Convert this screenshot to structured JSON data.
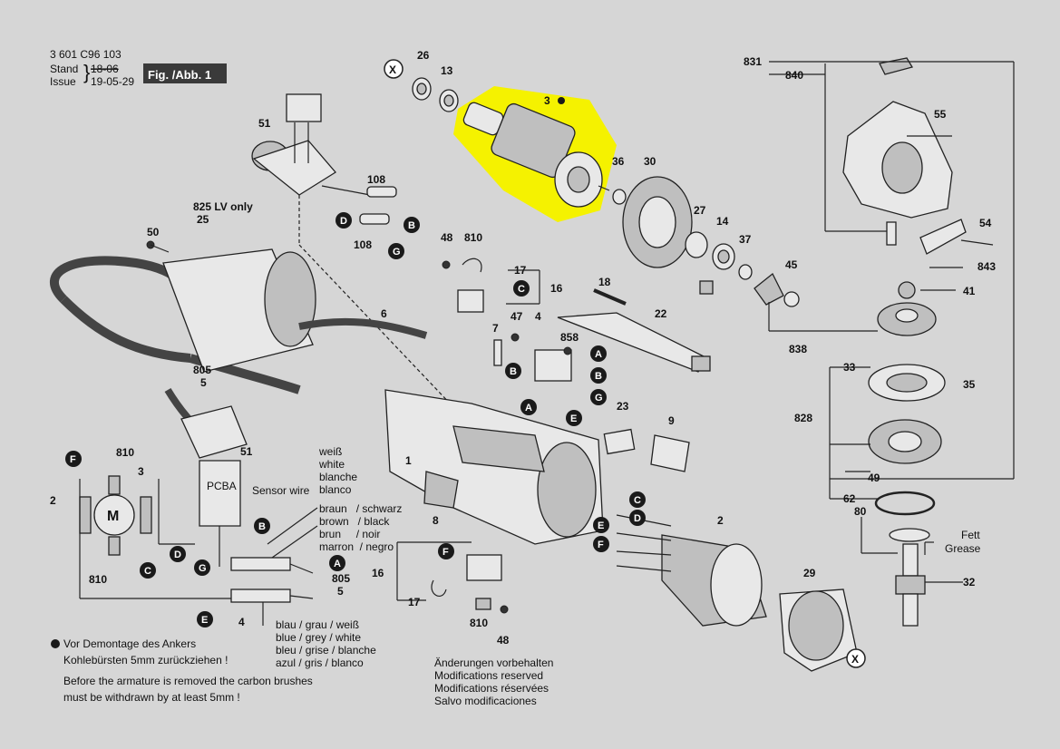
{
  "header": {
    "part_number": "3 601 C96 103",
    "stand_label": "Stand",
    "issue_label": "Issue",
    "stand_date": "18-06",
    "issue_date": "19-05-29",
    "fig_label": "Fig. /Abb. 1"
  },
  "callouts": {
    "p26": "26",
    "p13": "13",
    "p3": "3",
    "p36": "36",
    "p30": "30",
    "p27": "27",
    "p14": "14",
    "p37": "37",
    "p45": "45",
    "p831": "831",
    "p840": "840",
    "p55": "55",
    "p54": "54",
    "p843": "843",
    "p41": "41",
    "p838": "838",
    "p33": "33",
    "p35": "35",
    "p828": "828",
    "p49": "49",
    "p62": "62",
    "p80": "80",
    "p32": "32",
    "p51": "51",
    "p108a": "108",
    "p108b": "108",
    "p825": "825  LV only",
    "p25": "25",
    "p50": "50",
    "p48a": "48",
    "p810a": "810",
    "p17a": "17",
    "p16a": "16",
    "p18": "18",
    "p22": "22",
    "p6": "6",
    "p7": "7",
    "p47": "47",
    "p4": "4",
    "p858": "858",
    "p23": "23",
    "p9": "9",
    "p805": "805",
    "p5": "5",
    "p1": "1",
    "p8": "8",
    "p2": "2",
    "p29": "29",
    "p16b": "16",
    "p17b": "17",
    "p810b": "810",
    "p48b": "48"
  },
  "grease": {
    "de": "Fett",
    "en": "Grease"
  },
  "letters": {
    "X": "X",
    "A": "A",
    "B": "B",
    "C": "C",
    "D": "D",
    "E": "E",
    "F": "F",
    "G": "G"
  },
  "wiring": {
    "f": "F",
    "n810a": "810",
    "n3": "3",
    "n2": "2",
    "motor": "M",
    "n810b": "810",
    "c": "C",
    "d": "D",
    "g": "G",
    "e": "E",
    "b": "B",
    "a": "A",
    "n51": "51",
    "pcba": "PCBA",
    "sensor": "Sensor wire",
    "n805": "805",
    "n5": "5",
    "n4": "4",
    "white_de": "weiß",
    "white_en": "white",
    "white_fr": "blanche",
    "white_es": "blanco",
    "brown_line1": "braun   / schwarz",
    "brown_line2": "brown   / black",
    "brown_line3": "brun     / noir",
    "brown_line4": "marron  / negro",
    "blue_line1": "blau / grau / weiß",
    "blue_line2": "blue / grey / white",
    "blue_line3": "bleu / grise / blanche",
    "blue_line4": "azul / gris / blanco"
  },
  "notes": {
    "de_line1": "Vor Demontage des Ankers",
    "de_line2": "Kohlebürsten 5mm zurückziehen !",
    "en_line1": "Before the armature is removed the carbon brushes",
    "en_line2": "must be withdrawn by at least 5mm !",
    "mod_de": "Änderungen vorbehalten",
    "mod_en": "Modifications reserved",
    "mod_fr": "Modifications réservées",
    "mod_es": "Salvo modificaciones"
  },
  "colors": {
    "highlight": "#f5f200",
    "background": "#d6d6d6",
    "badge": "#3a3a3a"
  }
}
